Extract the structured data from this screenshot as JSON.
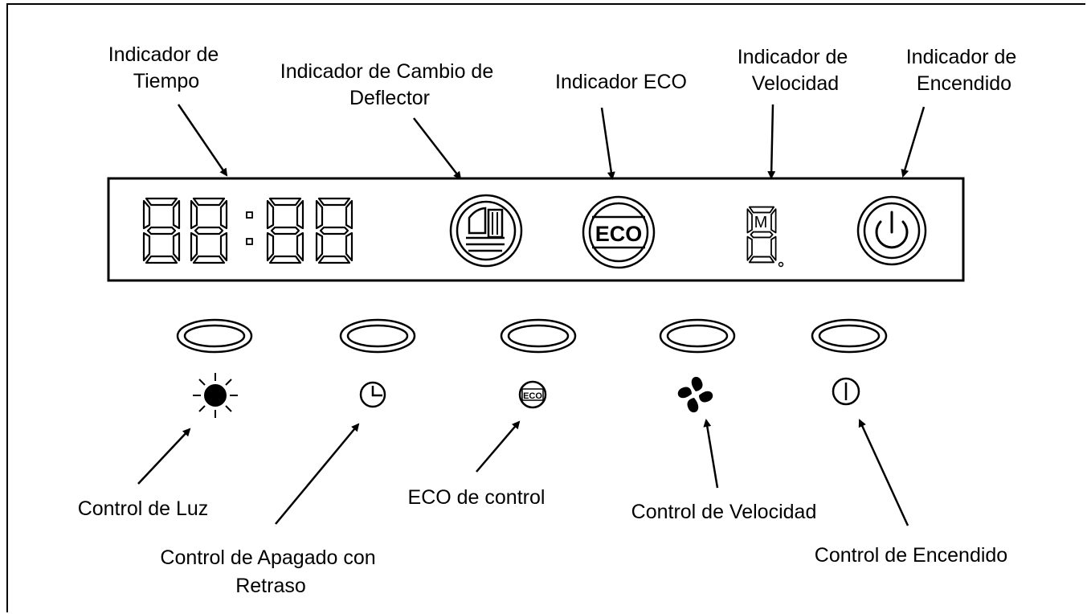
{
  "top_labels": {
    "tiempo": [
      "Indicador de",
      "Tiempo"
    ],
    "deflector": [
      "Indicador de Cambio de",
      "Deflector"
    ],
    "eco": [
      "Indicador ECO"
    ],
    "velocidad": [
      "Indicador de",
      "Velocidad"
    ],
    "encendido": [
      "Indicador de",
      "Encendido"
    ]
  },
  "panel": {
    "eco_text": "ECO",
    "speed_char": "M"
  },
  "controls": {
    "eco_icon_text": "ECO"
  },
  "bottom_labels": {
    "luz": [
      "Control de Luz"
    ],
    "apagado": [
      "Control de Apagado con",
      "Retraso"
    ],
    "eco": [
      "ECO de control"
    ],
    "velocidad": [
      "Control de Velocidad"
    ],
    "encendido": [
      "Control de Encendido"
    ]
  }
}
